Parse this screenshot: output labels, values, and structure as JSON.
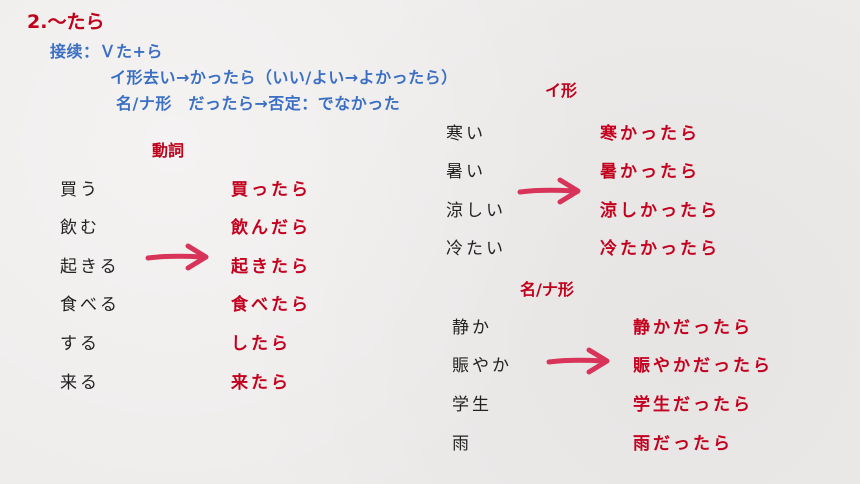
{
  "title": "2.～たら",
  "rules": {
    "line1": "接续：Ｖた+ら",
    "line2": "イ形去い→かったら（いい/よい→よかったら）",
    "line3": "名/ナ形　だったら→否定：でなかった"
  },
  "verbs": {
    "heading": "動詞",
    "base": [
      "買う",
      "飲む",
      "起きる",
      "食べる",
      "する",
      "来る"
    ],
    "tara": [
      "買ったら",
      "飲んだら",
      "起きたら",
      "食べたら",
      "したら",
      "来たら"
    ]
  },
  "i_adj": {
    "heading": "イ形",
    "base": [
      "寒い",
      "暑い",
      "涼しい",
      "冷たい"
    ],
    "tara": [
      "寒かったら",
      "暑かったら",
      "涼しかったら",
      "冷たかったら"
    ]
  },
  "na_adj": {
    "heading": "名/ナ形",
    "base": [
      "静か",
      "賑やか",
      "学生",
      "雨"
    ],
    "tara": [
      "静かだったら",
      "賑やかだったら",
      "学生だったら",
      "雨だったら"
    ]
  },
  "colors": {
    "accent_red": "#c4001f",
    "rule_blue": "#3b6fc4",
    "arrow": "#d8345a"
  }
}
